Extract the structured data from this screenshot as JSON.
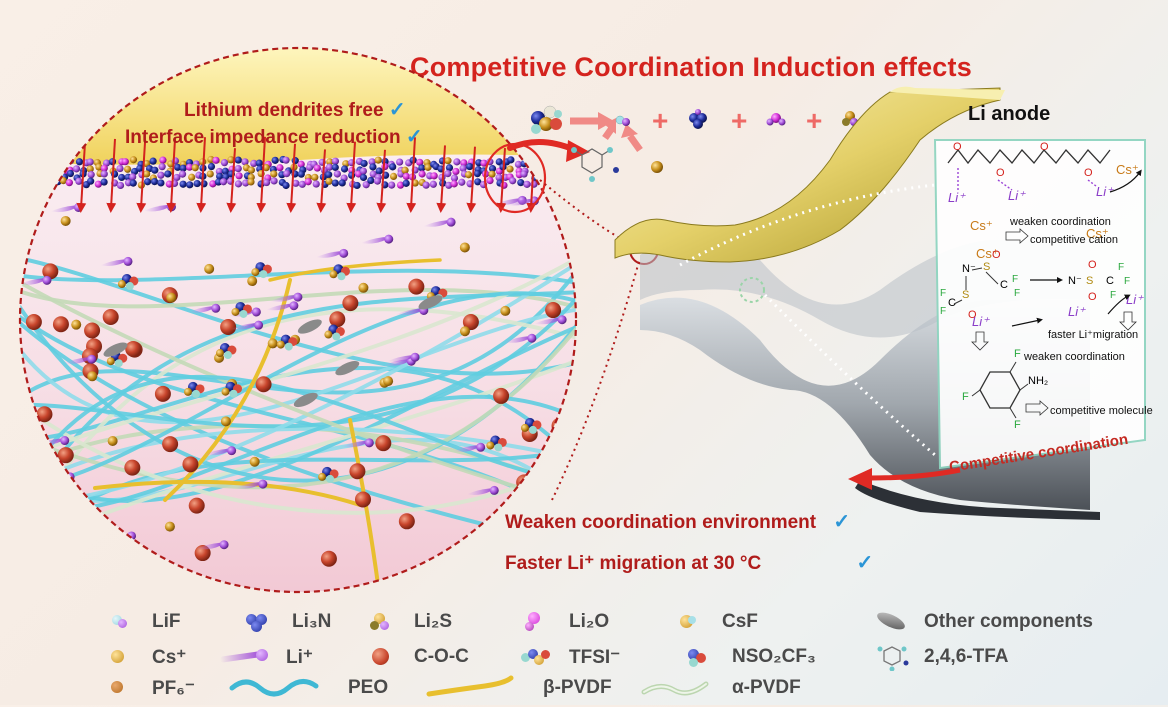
{
  "title": "Competitive Coordination Induction effects",
  "circle_labels": {
    "dendrites": "Lithium dendrites free",
    "impedance": "Interface impedance reduction"
  },
  "check_mark": "✓",
  "reaction": {
    "plus": "+"
  },
  "anode_label": "Li anode",
  "inset": {
    "li_plus": "Li⁺",
    "cs_plus": "Cs⁺",
    "weaken_coordination_1": "weaken coordination",
    "competitive_cation": "competitive cation",
    "faster_li_migration": "faster Li⁺migration",
    "weaken_coordination_2": "weaken coordination",
    "competitive_molecule": "competitive molecule",
    "nh2": "NH₂",
    "f": "F",
    "o": "O",
    "n_minus": "N⁻",
    "s": "S",
    "c": "C"
  },
  "competitive_coordination": "Competitive coordination",
  "benefits": {
    "weaken_env": "Weaken coordination environment",
    "faster_migration": "Faster Li⁺ migration at 30 °C"
  },
  "legend": {
    "lif": "LiF",
    "li3n": "Li₃N",
    "li2s": "Li₂S",
    "li2o": "Li₂O",
    "csf": "CsF",
    "other": "Other components",
    "cs": "Cs⁺",
    "li": "Li⁺",
    "coc": "C-O-C",
    "tfsi": "TFSI⁻",
    "nso2cf3": "NSO₂CF₃",
    "tfa": "2,4,6-TFA",
    "pf6": "PF₆⁻",
    "peo": "PEO",
    "bpvdf": "β-PVDF",
    "apvdf": "α-PVDF"
  },
  "colors": {
    "title_red": "#d4231e",
    "label_red": "#b01c1b",
    "check_blue": "#2b95d6",
    "peo_cyan": "#4fc7dc",
    "beta_pvdf": "#e8bf2e",
    "alpha_pvdf": "#c9dcc0",
    "coc_red": "#c8452c",
    "cs_gold": "#c8901c",
    "li_purple": "#a24fd9",
    "li3n_blue": "#1e2c9a",
    "li2o_magenta": "#d22ed6",
    "pf6_brown": "#b46b1e"
  }
}
